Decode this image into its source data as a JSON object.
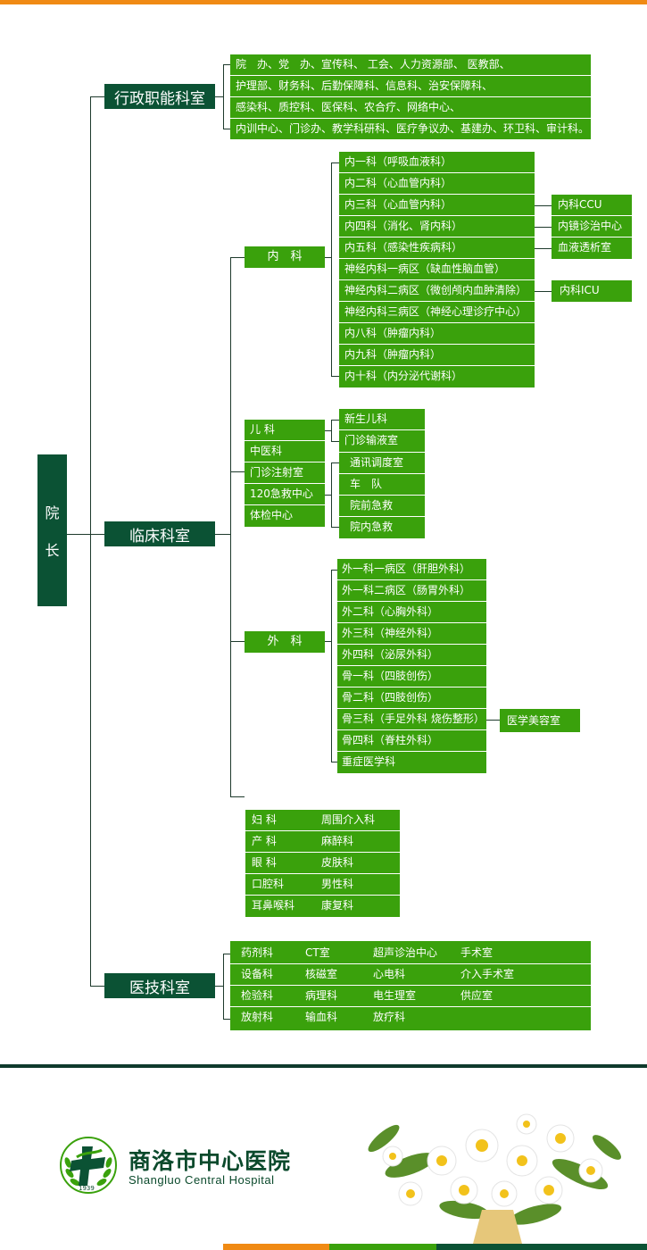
{
  "root": "院长",
  "root_chars": [
    "院",
    "长"
  ],
  "level1": {
    "admin": "行政职能科室",
    "clinical": "临床科室",
    "medtech": "医技科室"
  },
  "admin_rows": [
    "院　办、党　办、宣传科、 工会、人力资源部、 医教部、",
    "护理部、财务科、后勤保障科、信息科、治安保障科、",
    "感染科、质控科、医保科、农合疗、网络中心、",
    "内训中心、门诊办、教学科研科、医疗争议办、基建办、环卫科、审计科。"
  ],
  "internal": {
    "label": "内　科",
    "items": [
      "内一科（呼吸血液科）",
      "内二科（心血管内科）",
      "内三科（心血管内科）",
      "内四科（消化、肾内科）",
      "内五科（感染性疾病科）",
      "神经内科一病区（缺血性脑血管）",
      "神经内科二病区（微创颅内血肿清除）",
      "神经内科三病区（神经心理诊疗中心）",
      "内八科（肿瘤内科）",
      "内九科（肿瘤内科）",
      "内十科（内分泌代谢科）"
    ],
    "subs": [
      "内科CCU",
      "内镜诊治中心",
      "血液透析室",
      "内科ICU"
    ]
  },
  "mid": {
    "left": [
      "儿 科",
      "中医科",
      "门诊注射室",
      "120急救中心",
      "体检中心"
    ],
    "pediatrics": [
      "新生儿科",
      "门诊输液室"
    ],
    "emergency": [
      "通讯调度室",
      "车　队",
      "院前急救",
      "院内急救"
    ]
  },
  "surgery": {
    "label": "外　科",
    "items": [
      "外一科一病区（肝胆外科）",
      "外一科二病区（肠胃外科）",
      "外二科（心胸外科）",
      "外三科（神经外科）",
      "外四科（泌尿外科）",
      "骨一科（四肢创伤）",
      "骨二科（四肢创伤）",
      "骨三科（手足外科 烧伤整形）",
      "骨四科（脊柱外科）",
      "重症医学科"
    ],
    "sub": "医学美容室"
  },
  "others": [
    [
      "妇 科",
      "周围介入科"
    ],
    [
      "产 科",
      "麻醉科"
    ],
    [
      "眼 科",
      "皮肤科"
    ],
    [
      "口腔科",
      "男性科"
    ],
    [
      "耳鼻喉科",
      "康复科"
    ]
  ],
  "medtech_rows": [
    [
      "药剂科",
      "CT室",
      "超声诊治中心",
      "手术室"
    ],
    [
      "设备科",
      "核磁室",
      "心电科",
      "介入手术室"
    ],
    [
      "检验科",
      "病理科",
      "电生理室",
      "供应室"
    ],
    [
      "放射科",
      "输血科",
      "放疗科",
      ""
    ]
  ],
  "footer": {
    "hospital_cn": "商洛市中心医院",
    "hospital_en": "Shangluo Central Hospital",
    "logo_year": "1939"
  },
  "colors": {
    "green": "#3aa10c",
    "dark_green": "#0b5234",
    "orange": "#f08a14"
  }
}
